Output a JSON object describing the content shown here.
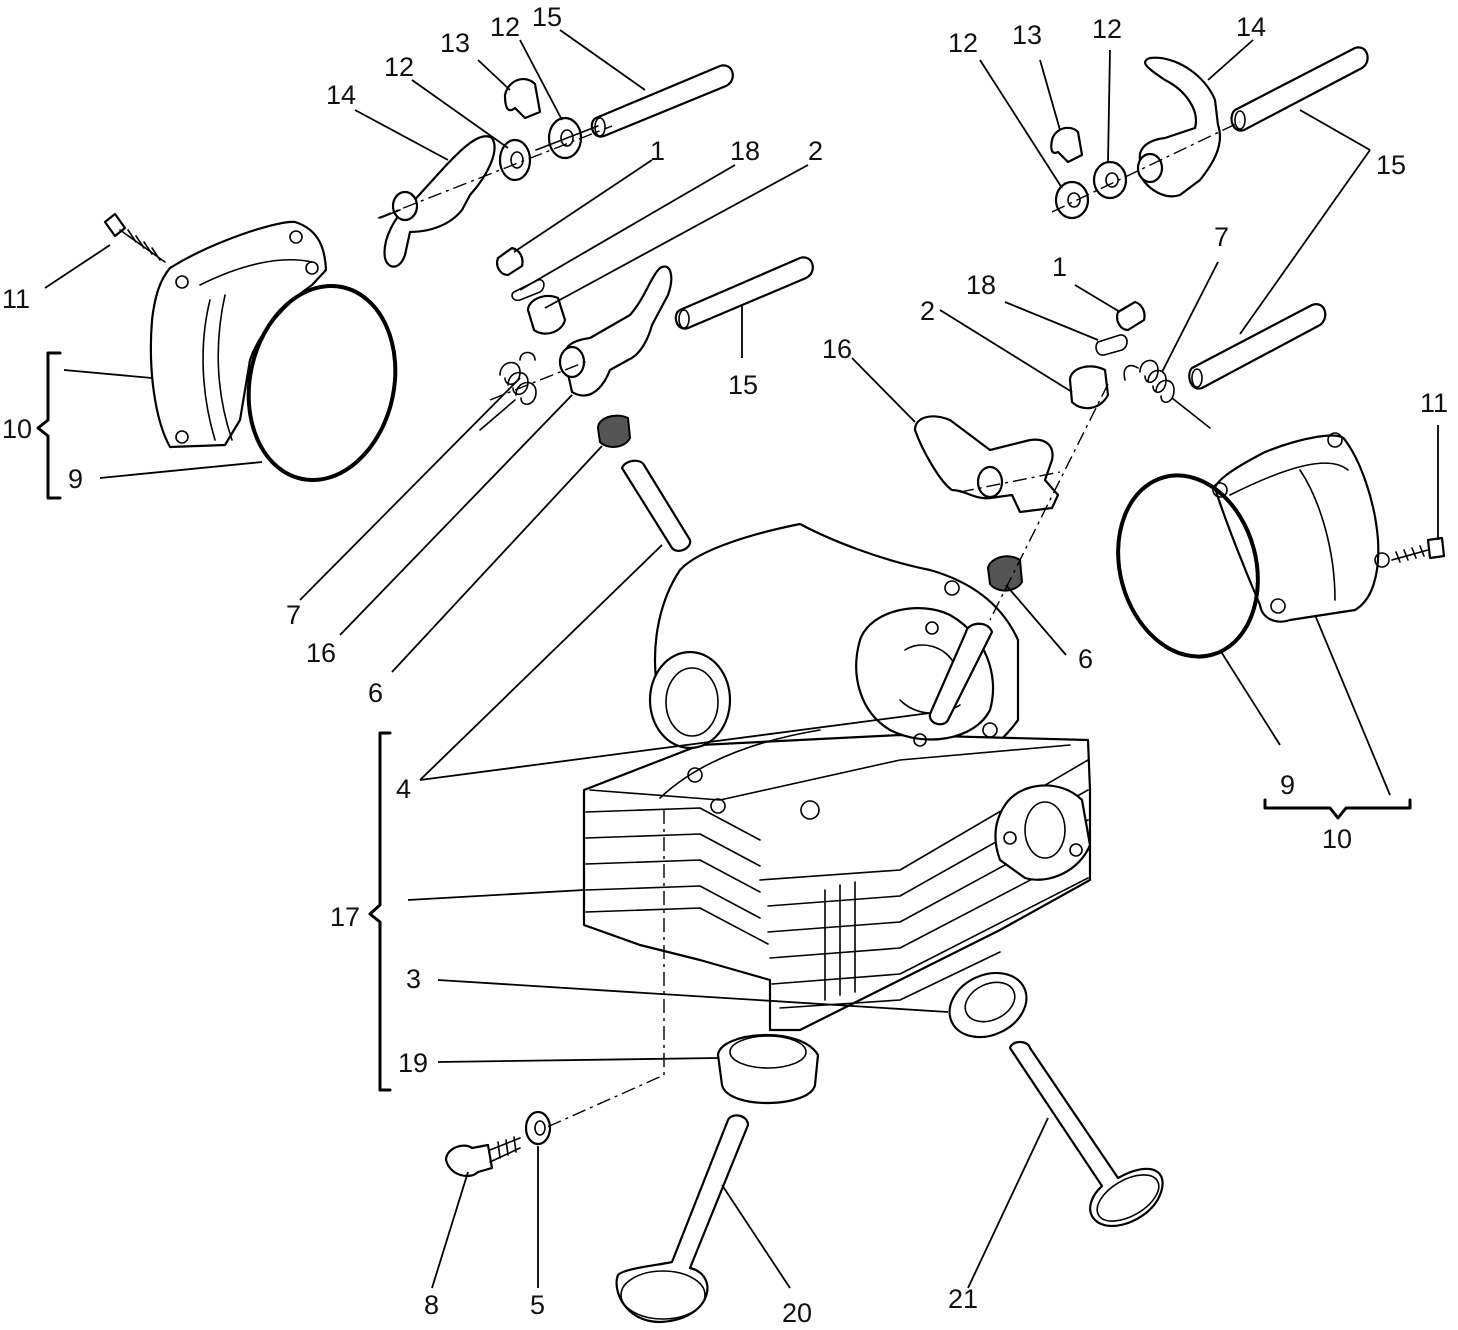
{
  "callouts": {
    "c1_left": "1",
    "c1_right": "1",
    "c2_left": "2",
    "c2_right": "2",
    "c3": "3",
    "c4": "4",
    "c5": "5",
    "c6_left": "6",
    "c6_right": "6",
    "c7_left": "7",
    "c7_right": "7",
    "c8": "8",
    "c9_left": "9",
    "c9_right": "9",
    "c10_left": "10",
    "c10_right": "10",
    "c11_left": "11",
    "c11_right": "11",
    "c12_a": "12",
    "c12_b": "12",
    "c12_c": "12",
    "c12_d": "12",
    "c13_left": "13",
    "c13_right": "13",
    "c14_left": "14",
    "c14_right": "14",
    "c15_a": "15",
    "c15_b": "15",
    "c15_c": "15",
    "c16_left": "16",
    "c16_right": "16",
    "c17": "17",
    "c18_left": "18",
    "c18_right": "18",
    "c19": "19",
    "c20": "20",
    "c21": "21"
  }
}
